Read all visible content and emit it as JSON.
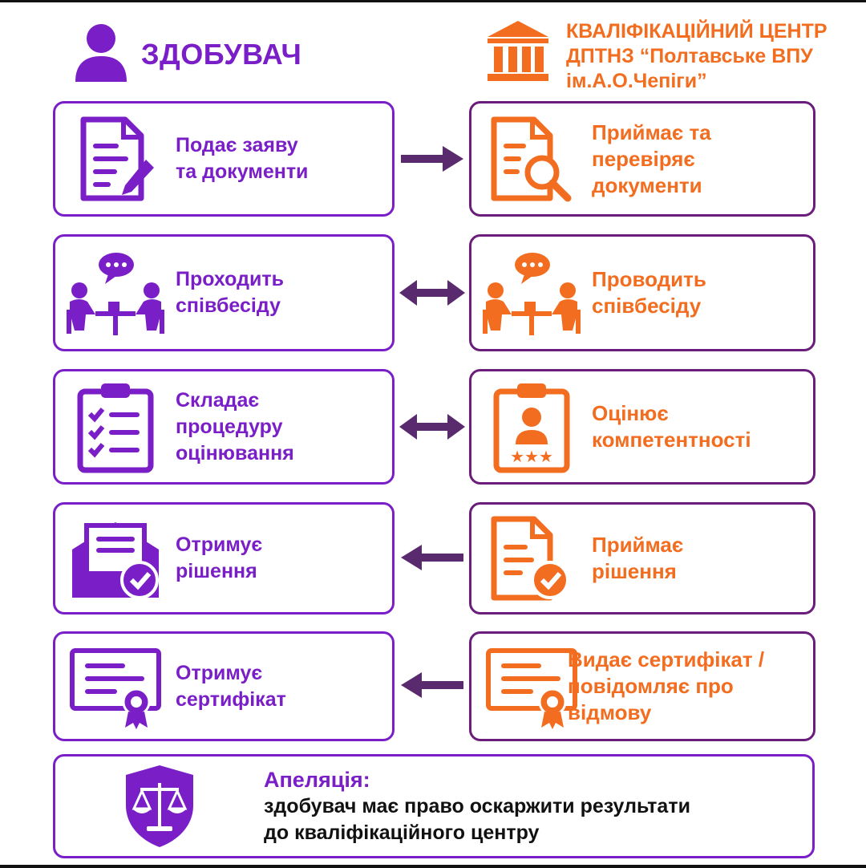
{
  "colors": {
    "purple": "#7a1fc7",
    "orange": "#f26d1f",
    "arrow": "#5a2a6e",
    "text_dark": "#111111"
  },
  "header": {
    "left_title": "ЗДОБУВАЧ",
    "left_icon": "user-icon",
    "right_title_line1": "КВАЛІФІКАЦІЙНИЙ ЦЕНТР",
    "right_title_line2": "ДПТНЗ “Полтавське ВПУ",
    "right_title_line3": "ім.А.О.Чепіги”",
    "right_icon": "institution-building-icon"
  },
  "rows": [
    {
      "left": {
        "icon": "document-pen-icon",
        "lines": [
          "Подає заяву",
          "та документи"
        ]
      },
      "arrow": "right",
      "right": {
        "icon": "document-magnifier-icon",
        "lines": [
          "Приймає та",
          "перевіряє",
          "документи"
        ]
      }
    },
    {
      "left": {
        "icon": "interview-icon",
        "lines": [
          "Проходить",
          "співбесіду"
        ]
      },
      "arrow": "both",
      "right": {
        "icon": "interview-icon",
        "lines": [
          "Проводить",
          "співбесіду"
        ]
      }
    },
    {
      "left": {
        "icon": "checklist-clipboard-icon",
        "lines": [
          "Складає",
          "процедуру",
          "оцінювання"
        ]
      },
      "arrow": "both",
      "right": {
        "icon": "rating-clipboard-icon",
        "lines": [
          "Оцінює",
          "компетентності"
        ]
      }
    },
    {
      "left": {
        "icon": "envelope-check-icon",
        "lines": [
          "Отримує",
          "рішення"
        ]
      },
      "arrow": "left",
      "right": {
        "icon": "document-check-icon",
        "lines": [
          "Приймає",
          "рішення"
        ]
      }
    },
    {
      "left": {
        "icon": "certificate-icon",
        "lines": [
          "Отримує",
          "сертифікат"
        ]
      },
      "arrow": "left",
      "right": {
        "icon": "certificate-icon",
        "lines": [
          "Видає сертифікат /",
          "повідомляє про",
          "відмову"
        ]
      }
    }
  ],
  "appeal": {
    "icon": "justice-shield-icon",
    "title": "Апеляція:",
    "line1": "здобувач має право оскаржити результати",
    "line2": "до кваліфікаційного центру"
  }
}
